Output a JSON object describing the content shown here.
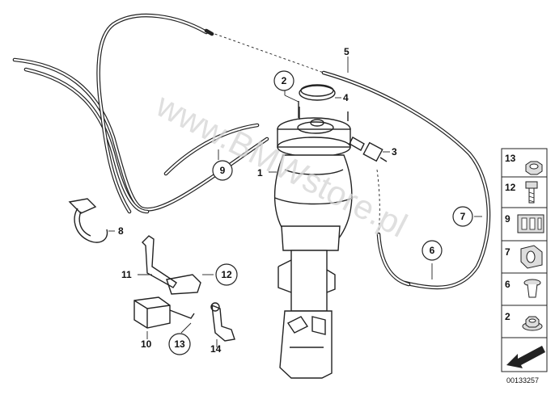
{
  "diagram": {
    "watermark": "www.BMWstore.pl",
    "diagram_id": "00133257",
    "callouts": [
      {
        "id": "c1",
        "label": "1",
        "circled": false
      },
      {
        "id": "c2",
        "label": "2",
        "circled": true
      },
      {
        "id": "c3",
        "label": "3",
        "circled": false
      },
      {
        "id": "c4",
        "label": "4",
        "circled": false
      },
      {
        "id": "c5",
        "label": "5",
        "circled": false
      },
      {
        "id": "c6",
        "label": "6",
        "circled": true
      },
      {
        "id": "c7",
        "label": "7",
        "circled": true
      },
      {
        "id": "c8",
        "label": "8",
        "circled": false
      },
      {
        "id": "c9",
        "label": "9",
        "circled": true
      },
      {
        "id": "c10",
        "label": "10",
        "circled": false
      },
      {
        "id": "c11",
        "label": "11",
        "circled": false
      },
      {
        "id": "c12",
        "label": "12",
        "circled": true
      },
      {
        "id": "c13",
        "label": "13",
        "circled": true
      },
      {
        "id": "c14",
        "label": "14",
        "circled": false
      }
    ],
    "legend": [
      {
        "label": "13",
        "icon": "hex-nut-icon"
      },
      {
        "label": "12",
        "icon": "bolt-icon"
      },
      {
        "label": "9",
        "icon": "cable-holder-icon"
      },
      {
        "label": "7",
        "icon": "clip-icon"
      },
      {
        "label": "6",
        "icon": "expanding-rivet-icon"
      },
      {
        "label": "2",
        "icon": "flange-nut-icon"
      }
    ]
  }
}
